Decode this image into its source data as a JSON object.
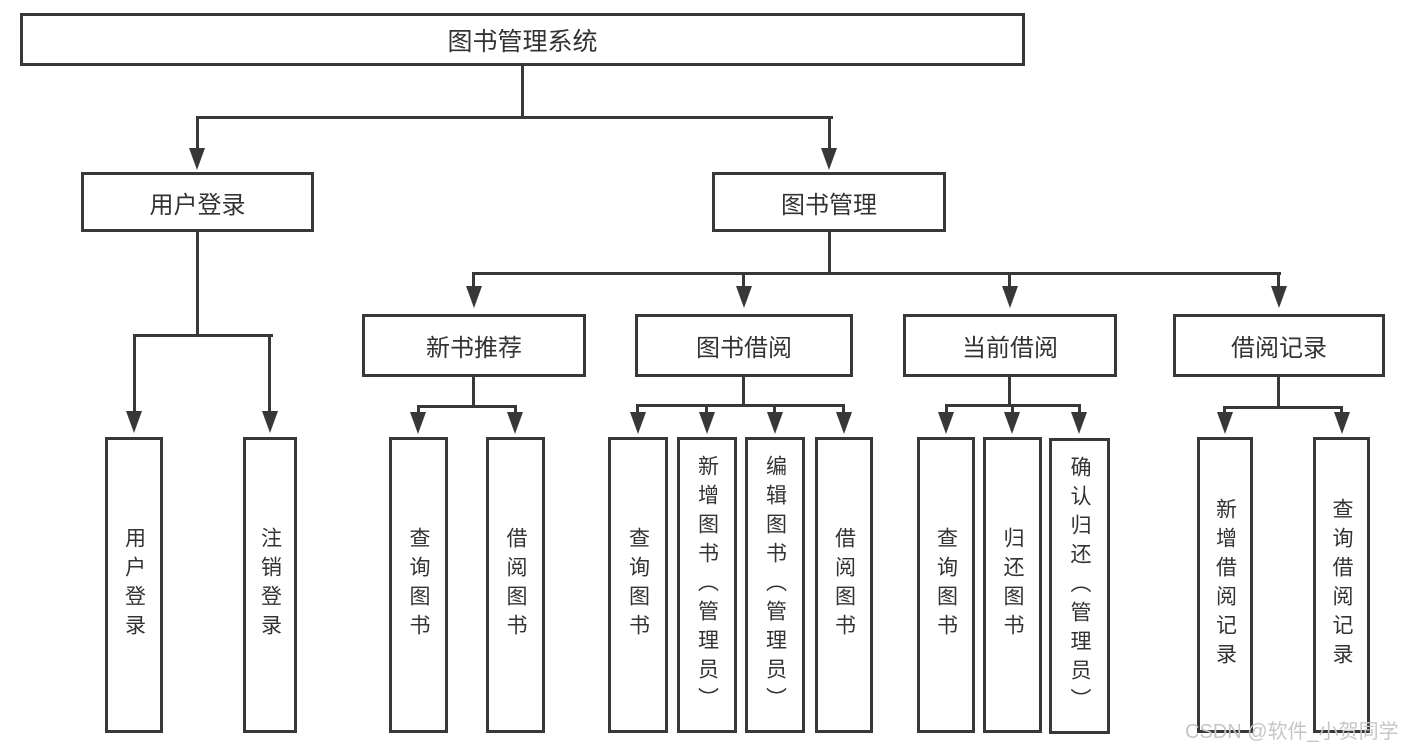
{
  "colors": {
    "line": "#383838",
    "text": "#333333",
    "background": "#ffffff",
    "watermark": "#c6c6c6"
  },
  "tree": {
    "root": {
      "label": "图书管理系统"
    },
    "branches": [
      {
        "label": "用户登录",
        "children": [
          {
            "label": "用户登录"
          },
          {
            "label": "注销登录"
          }
        ]
      },
      {
        "label": "图书管理",
        "children": [
          {
            "label": "新书推荐",
            "children": [
              {
                "label": "查询图书"
              },
              {
                "label": "借阅图书"
              }
            ]
          },
          {
            "label": "图书借阅",
            "children": [
              {
                "label": "查询图书"
              },
              {
                "label": "新增图书（管理员）"
              },
              {
                "label": "编辑图书（管理员）"
              },
              {
                "label": "借阅图书"
              }
            ]
          },
          {
            "label": "当前借阅",
            "children": [
              {
                "label": "查询图书"
              },
              {
                "label": "归还图书"
              },
              {
                "label": "确认归还（管理员）"
              }
            ]
          },
          {
            "label": "借阅记录",
            "children": [
              {
                "label": "新增借阅记录"
              },
              {
                "label": "查询借阅记录"
              }
            ]
          }
        ]
      }
    ]
  },
  "watermark": {
    "text": "CSDN @软件_小贺同学"
  }
}
